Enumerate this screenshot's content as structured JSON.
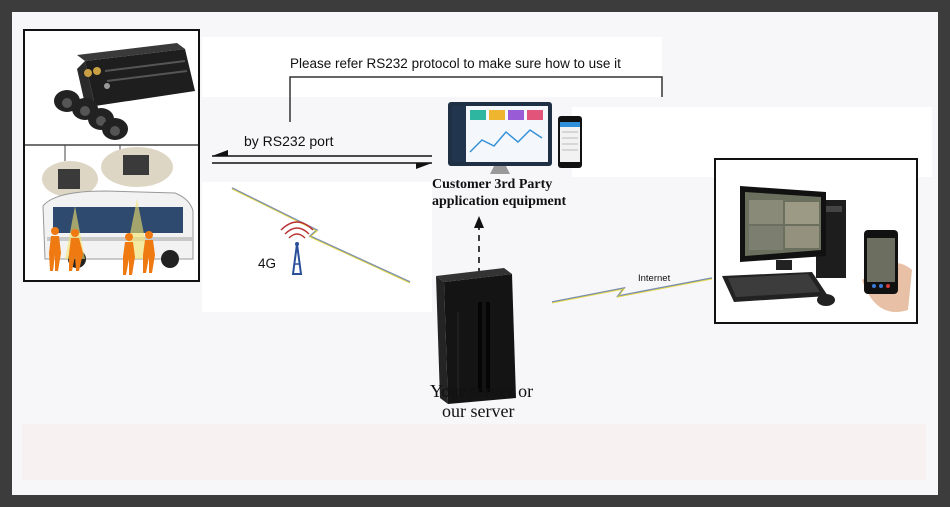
{
  "diagram": {
    "rs232_note": "Please refer RS232 protocol to make sure how to use it",
    "rs232_port_label": "by RS232 port",
    "third_party_label_line1": "Customer 3rd Party",
    "third_party_label_line2": "application equipment",
    "network_4g_label": "4G",
    "internet_label": "Internet",
    "server_label_line1": "Your server or",
    "server_label_line2": "our server"
  },
  "colors": {
    "background": "#f7f7f9",
    "frame": "#3c3c3c",
    "box_border": "#111111",
    "signal_yellow": "#e8d62a",
    "signal_blue": "#7a8fb0",
    "dashboard_accent": "#2f8fd8",
    "person_orange": "#f07a12"
  },
  "icons": [
    "dvr-icon",
    "dome-camera-icon",
    "bus-icon",
    "monitor-icon",
    "smartphone-icon",
    "server-tower-icon",
    "antenna-tower-icon",
    "keyboard-icon",
    "mouse-icon",
    "desktop-tower-icon"
  ]
}
